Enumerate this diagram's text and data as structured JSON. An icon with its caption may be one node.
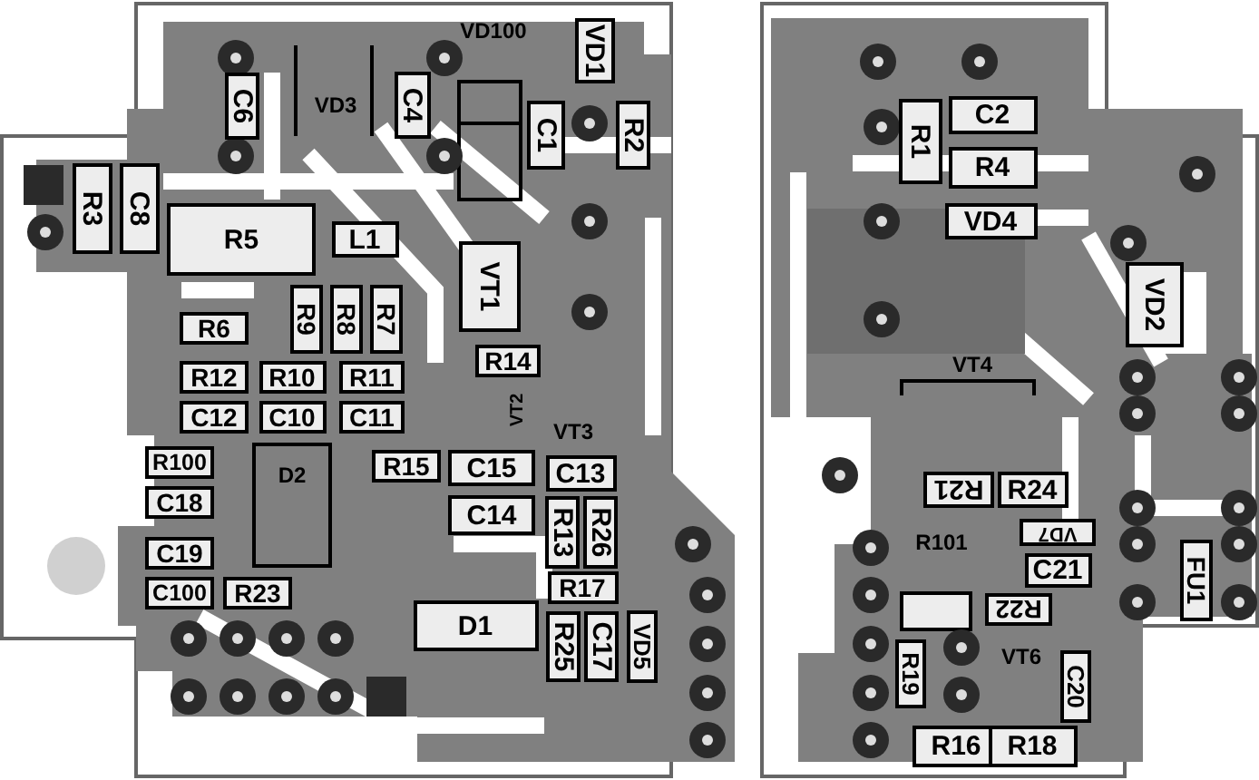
{
  "diagram": {
    "labels": [
      "VD100",
      "VD1",
      "C6",
      "VD3",
      "C4",
      "C1",
      "R2",
      "R3",
      "C8",
      "R5",
      "L1",
      "VT1",
      "R9",
      "R8",
      "R7",
      "R6",
      "R14",
      "R12",
      "R10",
      "R11",
      "C12",
      "C10",
      "C11",
      "VT2",
      "VT3",
      "R100",
      "D2",
      "R15",
      "C15",
      "C13",
      "C18",
      "C14",
      "R13",
      "R26",
      "C19",
      "C100",
      "R23",
      "R17",
      "D1",
      "R25",
      "C17",
      "VD5",
      "R1",
      "C2",
      "R4",
      "VD4",
      "VD2",
      "VT4",
      "R21",
      "R24",
      "VD7",
      "R101",
      "C21",
      "FU1",
      "R22",
      "VT6",
      "R19",
      "C20",
      "R16",
      "R18"
    ]
  }
}
